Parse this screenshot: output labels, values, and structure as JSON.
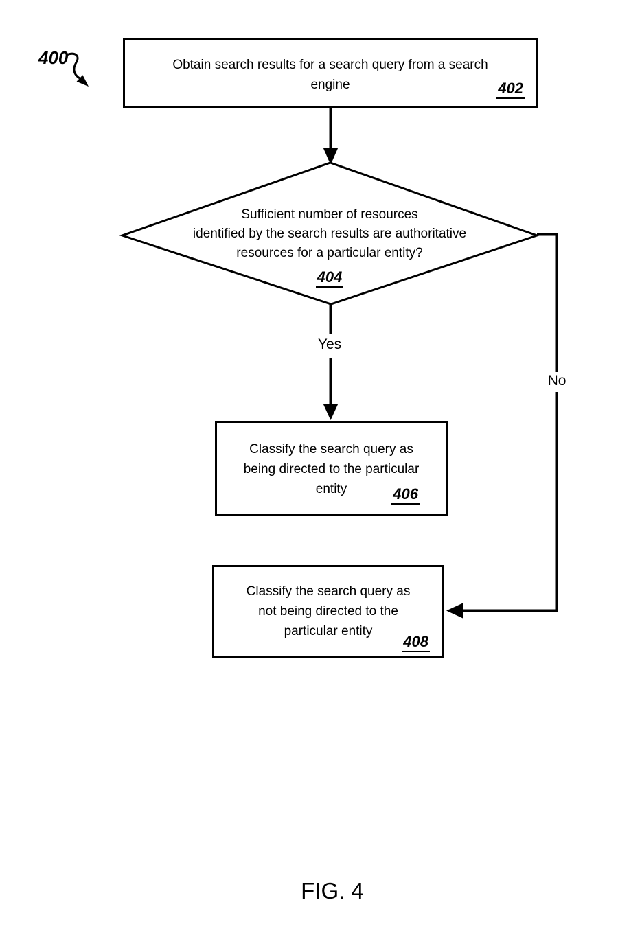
{
  "figure": {
    "reference_label": "400",
    "caption": "FIG. 4"
  },
  "flowchart": {
    "step_402": {
      "lines": [
        "Obtain search results for a search query from a search",
        "engine"
      ],
      "ref": "402"
    },
    "decision_404": {
      "lines": [
        "Sufficient number of resources",
        "identified by the search results are authoritative",
        "resources for a particular entity?"
      ],
      "ref": "404"
    },
    "step_406": {
      "lines": [
        "Classify the search query as",
        "being directed to the particular",
        "entity"
      ],
      "ref": "406"
    },
    "step_408": {
      "lines": [
        "Classify the search query as",
        "not being directed to the",
        "particular entity"
      ],
      "ref": "408"
    },
    "edges": {
      "yes_label": "Yes",
      "no_label": "No"
    }
  },
  "colors": {
    "ink": "#000000",
    "background": "#ffffff"
  }
}
